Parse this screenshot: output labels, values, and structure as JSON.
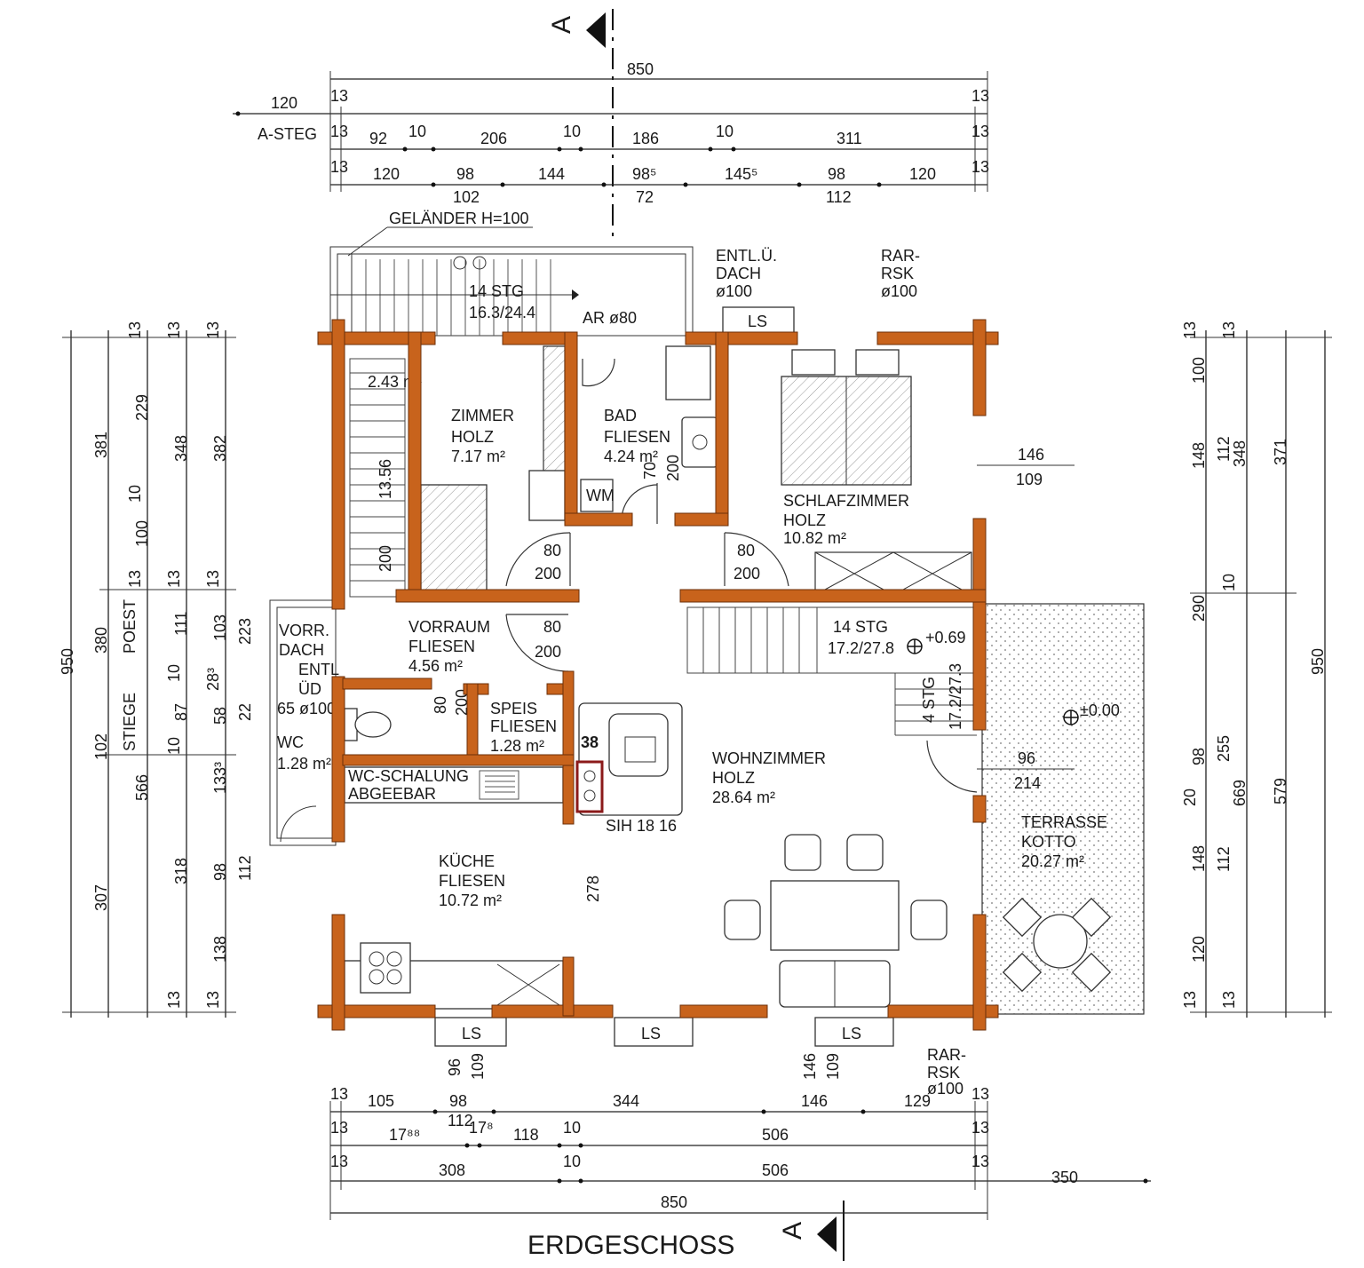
{
  "title": "ERDGESCHOSS",
  "section_marker": "A",
  "dimensions": {
    "top": {
      "total": "850",
      "row0": [
        "120",
        "13",
        "13"
      ],
      "row1_label": "A-STEG",
      "row1": [
        "13",
        "92",
        "10",
        "206",
        "10",
        "186",
        "10",
        "311",
        "13"
      ],
      "row2": [
        "13",
        "120",
        "98",
        "144",
        "98⁵",
        "145⁵",
        "98",
        "120",
        "13"
      ],
      "row3": [
        "102",
        "72",
        "112"
      ]
    },
    "bottom": {
      "row1": [
        "13",
        "105",
        "98",
        "344",
        "146",
        "129",
        "13"
      ],
      "row2": [
        "13",
        "17⁸⁸",
        "112",
        "17⁸",
        "118",
        "10",
        "506",
        "13"
      ],
      "row3": [
        "13",
        "308",
        "10",
        "506",
        "13",
        "350"
      ],
      "total": "850",
      "window_marks": [
        "96",
        "109",
        "146",
        "109"
      ]
    },
    "left": {
      "outer": [
        "950"
      ],
      "col1": [
        "381",
        "380",
        "102",
        "307"
      ],
      "col2": [
        "13",
        "229",
        "10",
        "100",
        "13",
        "POEST",
        "STIEGE",
        "566"
      ],
      "col3": [
        "13",
        "348",
        "13",
        "111",
        "10",
        "87",
        "10",
        "318",
        "13"
      ],
      "col4": [
        "13",
        "382",
        "13",
        "103",
        "28³",
        "58",
        "133³",
        "98",
        "138",
        "13"
      ],
      "col5": [
        "223",
        "22",
        "112"
      ]
    },
    "right": {
      "outer": [
        "950"
      ],
      "col1": [
        "13",
        "100",
        "148",
        "290",
        "98",
        "20",
        "148",
        "120",
        "13"
      ],
      "col2": [
        "13",
        "112",
        "348",
        "10",
        "255",
        "669",
        "112",
        "13"
      ],
      "col3": [
        "371",
        "579"
      ],
      "window_marks": [
        "146",
        "109",
        "96",
        "214"
      ]
    }
  },
  "rooms": [
    {
      "name": "ZIMMER",
      "finish": "HOLZ",
      "area": "7.17 m²"
    },
    {
      "name": "BAD",
      "finish": "FLIESEN",
      "area": "4.24 m²"
    },
    {
      "name": "SCHLAFZIMMER",
      "finish": "HOLZ",
      "area": "10.82 m²"
    },
    {
      "name": "VORRAUM",
      "finish": "FLIESEN",
      "area": "4.56 m²"
    },
    {
      "name": "SPEIS",
      "finish": "FLIESEN",
      "area": "1.28 m²"
    },
    {
      "name": "WC",
      "finish": "",
      "area": "1.28 m²"
    },
    {
      "name": "KÜCHE",
      "finish": "FLIESEN",
      "area": "10.72 m²"
    },
    {
      "name": "WOHNZIMMER",
      "finish": "HOLZ",
      "area": "28.64 m²"
    },
    {
      "name": "TERRASSE",
      "finish": "KOTTO",
      "area": "20.27 m²"
    },
    {
      "name": "",
      "finish": "",
      "area": "2.43 m²"
    }
  ],
  "annotations": {
    "railing": "GELÄNDER H=100",
    "stairs_top": [
      "14 STG",
      "16.3/24.4"
    ],
    "stairs_mid": [
      "14 STG",
      "17.2/27.8"
    ],
    "stairs_side": [
      "4 STG",
      "17.2/27.3"
    ],
    "ar": "AR ø80",
    "entl": [
      "ENTL.Ü.",
      "DACH",
      "ø100"
    ],
    "rar_top": [
      "RAR-",
      "RSK",
      "ø100"
    ],
    "rar_bottom": [
      "RAR-",
      "RSK",
      "ø100"
    ],
    "vorr_dach": [
      "VORR.",
      "DACH",
      "ENTL",
      "ÜD",
      "65 ø100"
    ],
    "wc_schalung": [
      "WC-SCHALUNG",
      "ABGEEBAR"
    ],
    "sih": "SIH 18 16",
    "level_1": "+0.69",
    "level_0": "±0.00",
    "wm": "WM",
    "ls": "LS",
    "doors": [
      "80",
      "200",
      "80",
      "200",
      "80",
      "200",
      "80",
      "200",
      "70",
      "200"
    ],
    "stair_run": "13.56",
    "misc": [
      "278",
      "38",
      "96",
      "214",
      "146",
      "109"
    ]
  }
}
